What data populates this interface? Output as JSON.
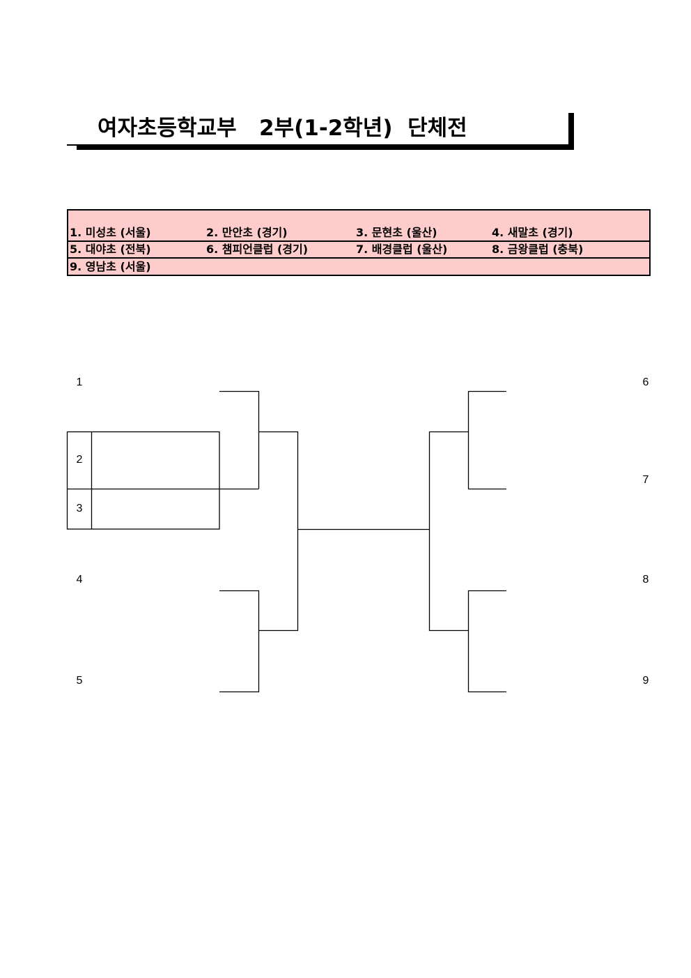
{
  "title": "여자초등학교부   2부(1-2학년)  단체전",
  "teams": [
    [
      "1. 미성초 (서울)",
      "2. 만안초 (경기)",
      "3. 문현초 (울산)",
      "4. 새말초 (경기)"
    ],
    [
      "5. 대야초 (전북)",
      "6. 챔피언클럽 (경기)",
      "7. 배경클럽 (울산)",
      "8. 금왕클럽 (충북)"
    ],
    [
      "9. 영남초 (서울)"
    ]
  ],
  "bracket": {
    "left_seeds": [
      "1",
      "2",
      "3",
      "4",
      "5"
    ],
    "right_seeds": [
      "6",
      "7",
      "8",
      "9"
    ]
  }
}
